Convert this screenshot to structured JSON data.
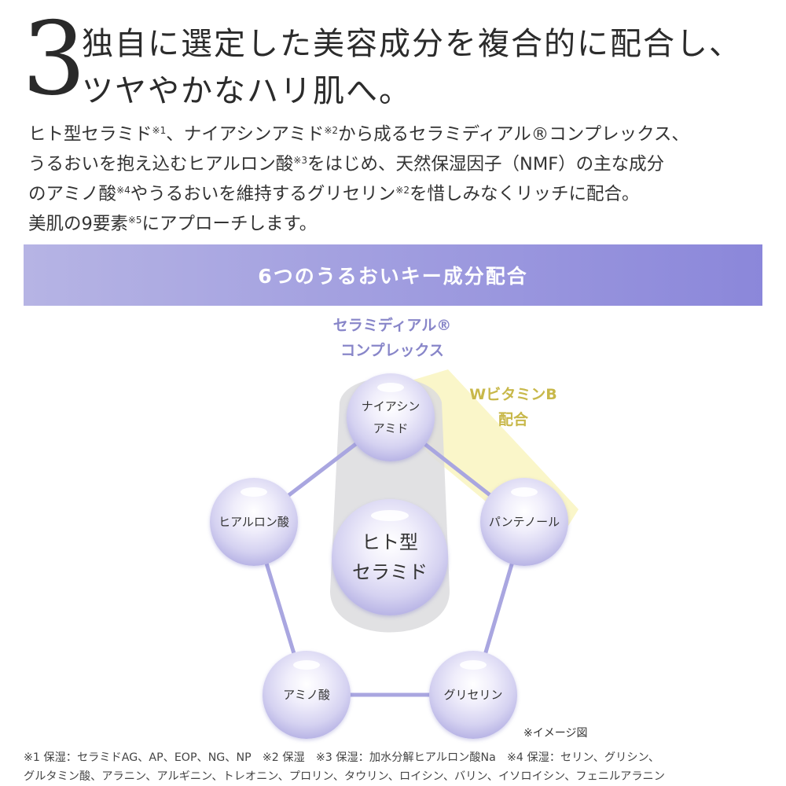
{
  "section_number": "3",
  "headline": {
    "line1": "独自に選定した美容成分を複合的に配合し、",
    "line2": "ツヤやかなハリ肌へ。"
  },
  "body_lines": [
    [
      "ヒト型セラミド",
      "※1",
      "、ナイアシンアミド",
      "※2",
      "から成るセラミディアル®コンプレックス、"
    ],
    [
      "うるおいを抱え込むヒアルロン酸",
      "※3",
      "をはじめ、天然保湿因子（NMF）の主な成分"
    ],
    [
      "のアミノ酸",
      "※4",
      "やうるおいを維持するグリセリン",
      "※2",
      "を惜しみなくリッチに配合。"
    ],
    [
      "美肌の9要素",
      "※5",
      "にアプローチします。"
    ]
  ],
  "banner_title": "6つのうるおいキー成分配合",
  "ceramidial_label": [
    "セラミディアル®",
    "コンプレックス"
  ],
  "vitamin_label": [
    "WビタミンB",
    "配合"
  ],
  "ingredients": {
    "center": [
      "ヒト型",
      "セラミド"
    ],
    "top": [
      "ナイアシン",
      "アミド"
    ],
    "right": [
      "パンテノール"
    ],
    "bottom_right": [
      "グリセリン"
    ],
    "bottom_left": [
      "アミノ酸"
    ],
    "left": [
      "ヒアルロン酸"
    ]
  },
  "image_note": "※イメージ図",
  "footnotes": [
    "※1 保湿：セラミドAG、AP、EOP、NG、NP　※2 保湿　※3 保湿：加水分解ヒアルロン酸Na　※4 保湿：セリン、グリシン、",
    "グルタミン酸、アラニン、アルギニン、トレオニン、プロリン、タウリン、ロイシン、バリン、イソロイシン、フェニルアラニン"
  ],
  "colors": {
    "banner_gradient": [
      "#b6b4e4",
      "#8b87da"
    ],
    "ceramidial_label": "#8886c9",
    "vitamin_label": "#c8b84a",
    "pentagon_line": "#a9a6e0",
    "ceramidial_zone": "#dcdcde",
    "vitamin_zone": "#faf6c6"
  }
}
